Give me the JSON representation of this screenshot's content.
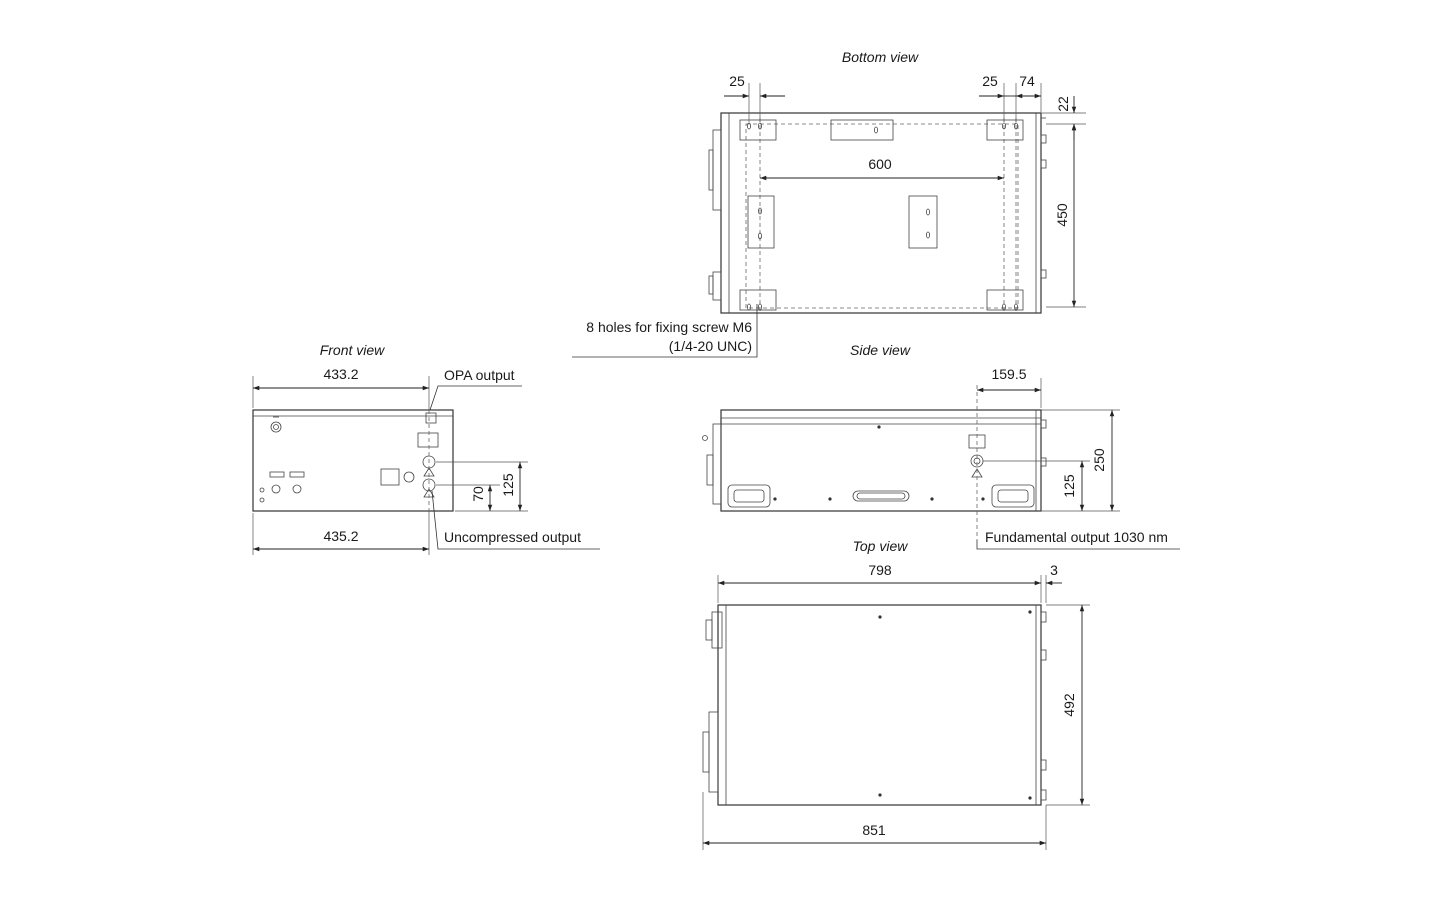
{
  "views": {
    "bottom": {
      "title": "Bottom view"
    },
    "front": {
      "title": "Front view"
    },
    "side": {
      "title": "Side view"
    },
    "top": {
      "title": "Top view"
    }
  },
  "dimensions": {
    "bottom_25_left": "25",
    "bottom_25_right": "25",
    "bottom_74": "74",
    "bottom_22": "22",
    "bottom_600": "600",
    "bottom_450": "450",
    "front_433_2": "433.2",
    "front_435_2": "435.2",
    "front_70": "70",
    "front_125": "125",
    "side_159_5": "159.5",
    "side_125": "125",
    "side_250": "250",
    "top_798": "798",
    "top_3": "3",
    "top_492": "492",
    "top_851": "851"
  },
  "callouts": {
    "holes_line1": "8 holes for fixing screw M6",
    "holes_line2": "(1/4-20 UNC)",
    "opa_output": "OPA output",
    "uncompressed_output": "Uncompressed output",
    "fundamental_output": "Fundamental output 1030 nm"
  }
}
